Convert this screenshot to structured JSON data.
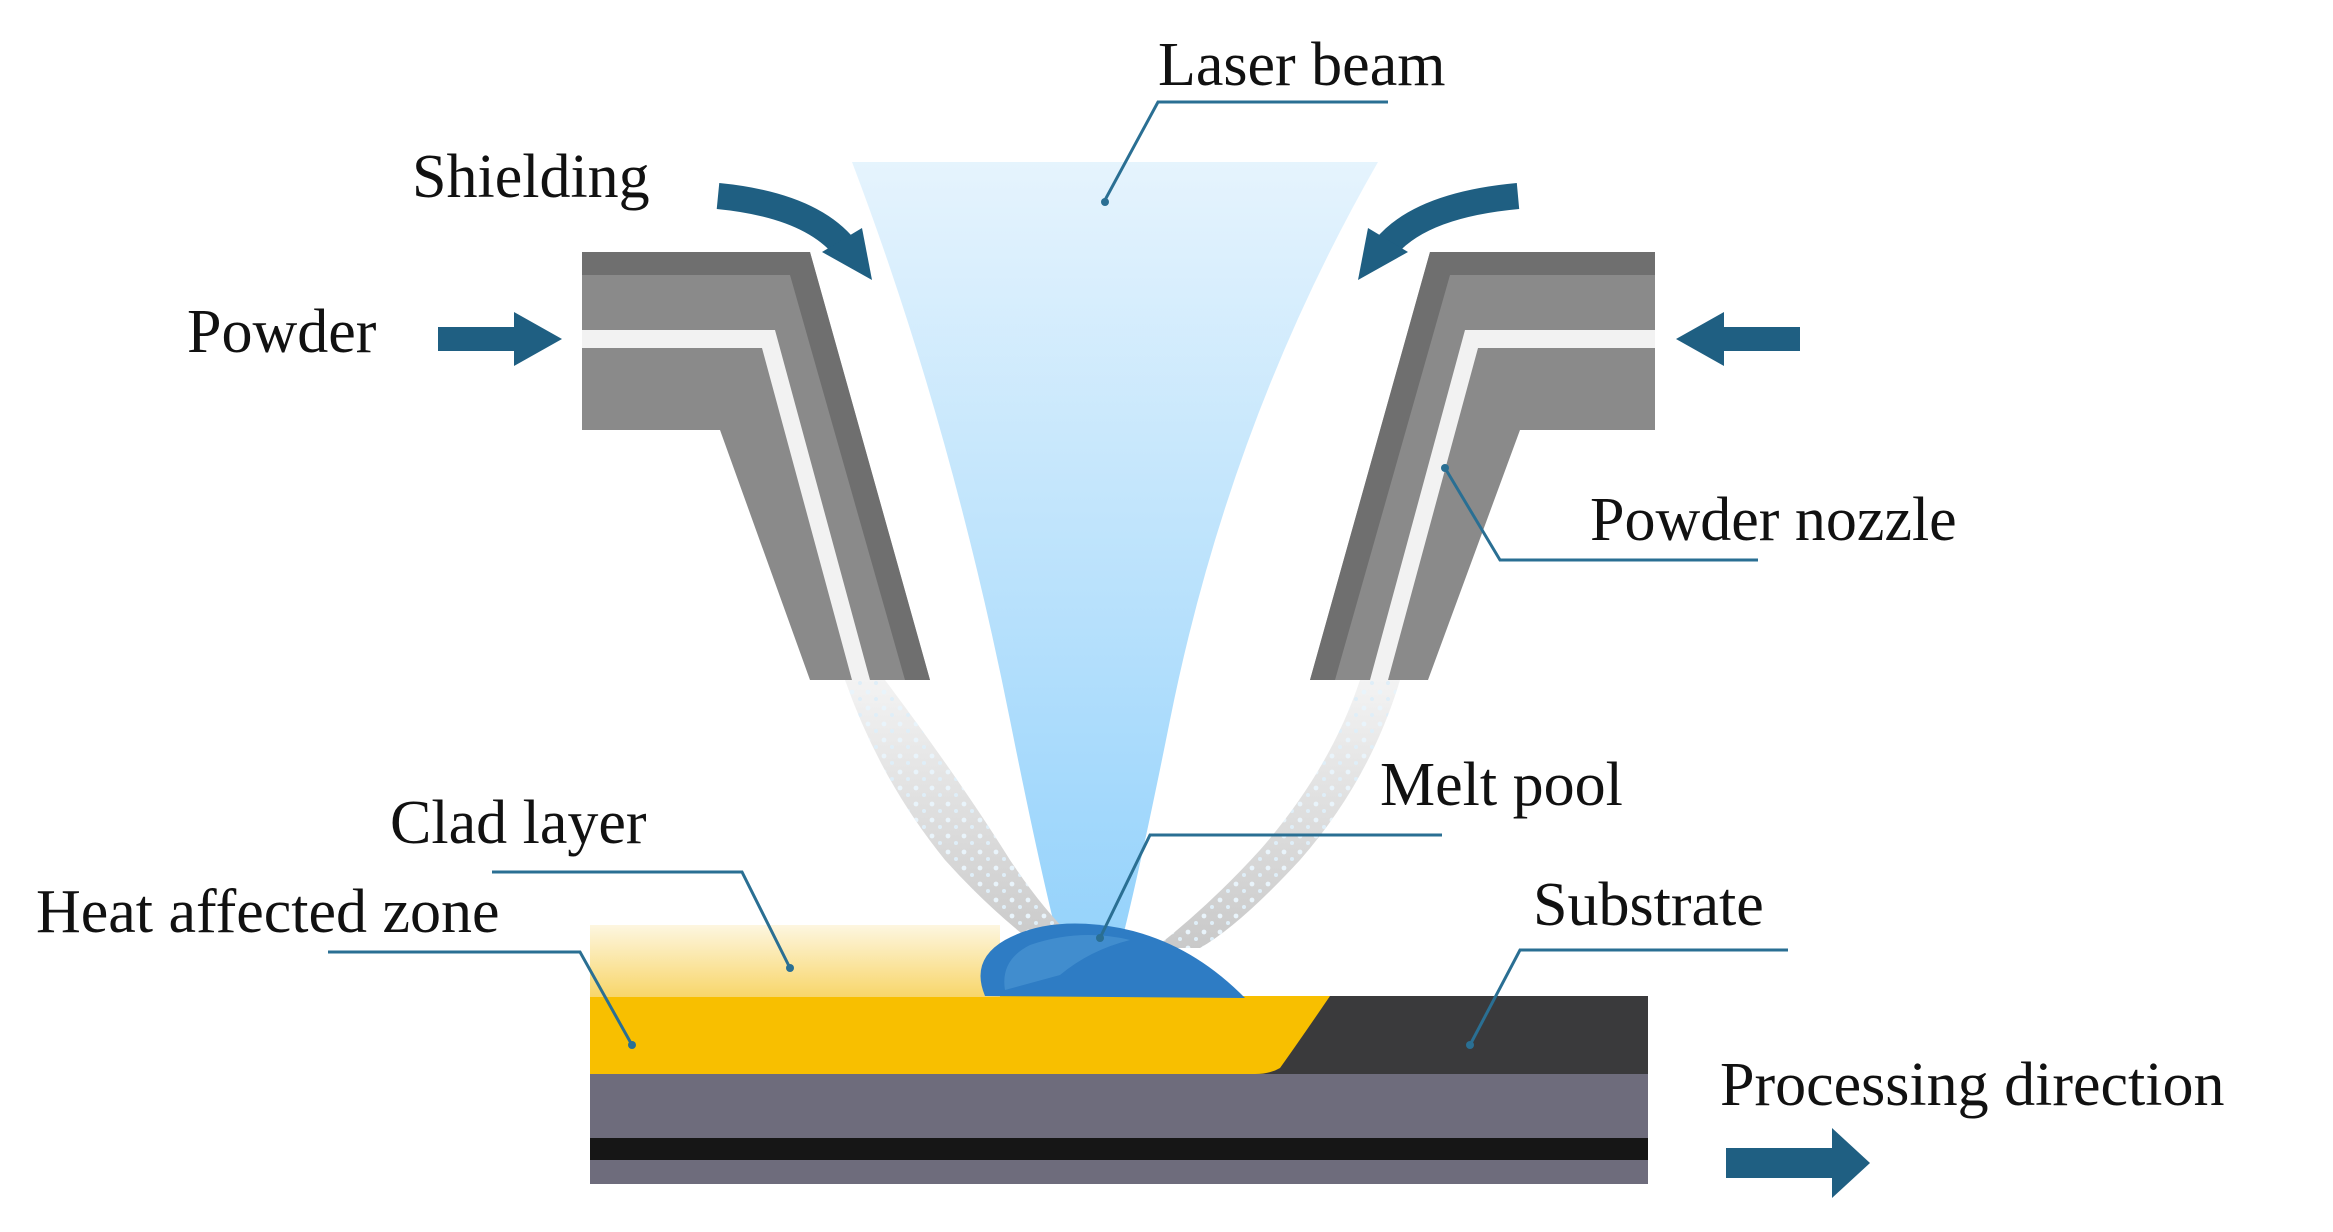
{
  "labels": {
    "laser_beam": "Laser beam",
    "shielding": "Shielding",
    "powder": "Powder",
    "powder_nozzle": "Powder nozzle",
    "clad_layer": "Clad layer",
    "heat_affected_zone": "Heat affected zone",
    "melt_pool": "Melt pool",
    "substrate": "Substrate",
    "processing_direction": "Processing direction"
  },
  "colors": {
    "arrow": "#1f5f82",
    "leader_line": "#2a6f93",
    "nozzle_gray": "#8a8a8a",
    "beam_blue": "#bfe2fb",
    "melt_pool_blue": "#2e7cc4",
    "heat_affected_yellow": "#f8bf00",
    "substrate_dark": "#3a3a3c",
    "substrate_mid": "#6e6c7c"
  }
}
